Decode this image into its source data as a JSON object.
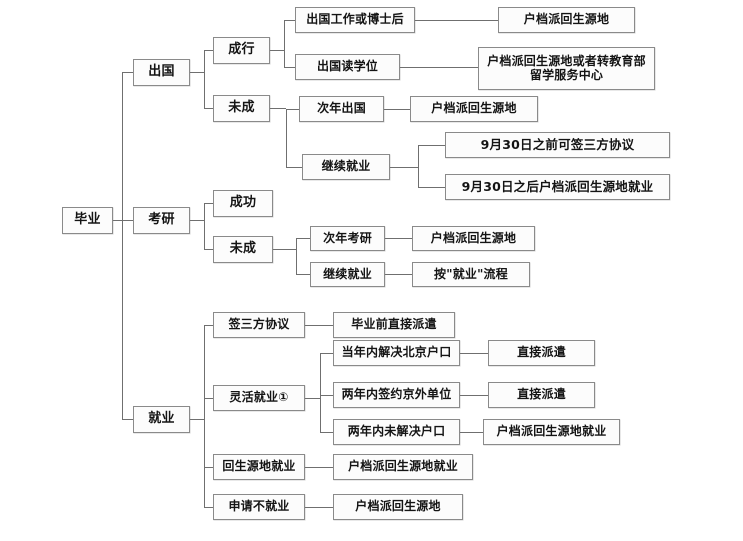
{
  "diagram": {
    "type": "tree-flowchart",
    "title": "",
    "orientation": "left-to-right",
    "box_border_color": "#8a8a8a",
    "box_fill_color": "#fcfcfc",
    "line_color": "#6f6f6f",
    "text_color": "#141414",
    "background_color": "#ffffff"
  },
  "nodes": {
    "root": "毕业",
    "l1": {
      "abroad": "出国",
      "postgrad": "考研",
      "employment": "就业"
    },
    "abroad_branch": {
      "succeed": "成行",
      "fail": "未成",
      "succeed_children": {
        "work_or_postdoc": "出国工作或博士后",
        "degree": "出国读学位"
      },
      "succeed_outcomes": {
        "work_or_postdoc_result": "户档派回生源地",
        "degree_result": "户档派回生源地或者转教育部留学服务中心"
      },
      "fail_children": {
        "next_year": "次年出国",
        "keep_working": "继续就业"
      },
      "fail_outcomes": {
        "next_year_result": "户档派回生源地",
        "keep_working_before": "9月30日之前可签三方协议",
        "keep_working_after": "9月30日之后户档派回生源地就业"
      }
    },
    "postgrad_branch": {
      "success": "成功",
      "fail": "未成",
      "fail_children": {
        "next_year": "次年考研",
        "keep_working": "继续就业"
      },
      "fail_outcomes": {
        "next_year_result": "户档派回生源地",
        "keep_working_result": "按\"就业\"流程"
      }
    },
    "employment_branch": {
      "tripartite": "签三方协议",
      "flexible": "灵活就业①",
      "return_home": "回生源地就业",
      "no_employment": "申请不就业",
      "tripartite_result": "毕业前直接派遣",
      "flexible_children": {
        "beijing_hukou": "当年内解决北京户口",
        "outside_beijing": "两年内签约京外单位",
        "no_hukou": "两年内未解决户口"
      },
      "flexible_outcomes": {
        "beijing_hukou_result": "直接派遣",
        "outside_beijing_result": "直接派遣",
        "no_hukou_result": "户档派回生源地就业"
      },
      "return_home_result": "户档派回生源地就业",
      "no_employment_result": "户档派回生源地"
    }
  }
}
